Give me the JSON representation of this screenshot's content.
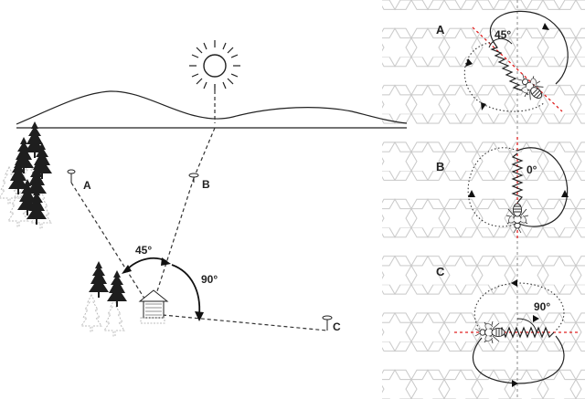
{
  "landscape": {
    "feeder_a_label": "A",
    "feeder_b_label": "B",
    "feeder_c_label": "C",
    "angle_ab": "45°",
    "angle_bc": "90°"
  },
  "dance_panels": [
    {
      "label": "A",
      "angle": "45°"
    },
    {
      "label": "B",
      "angle": "0°"
    },
    {
      "label": "C",
      "angle": "90°"
    }
  ],
  "colors": {
    "ink": "#222222",
    "honeycomb": "#c8c8c8",
    "tree_shadow": "#bbbbbb",
    "sun_axis": "#e02020"
  }
}
